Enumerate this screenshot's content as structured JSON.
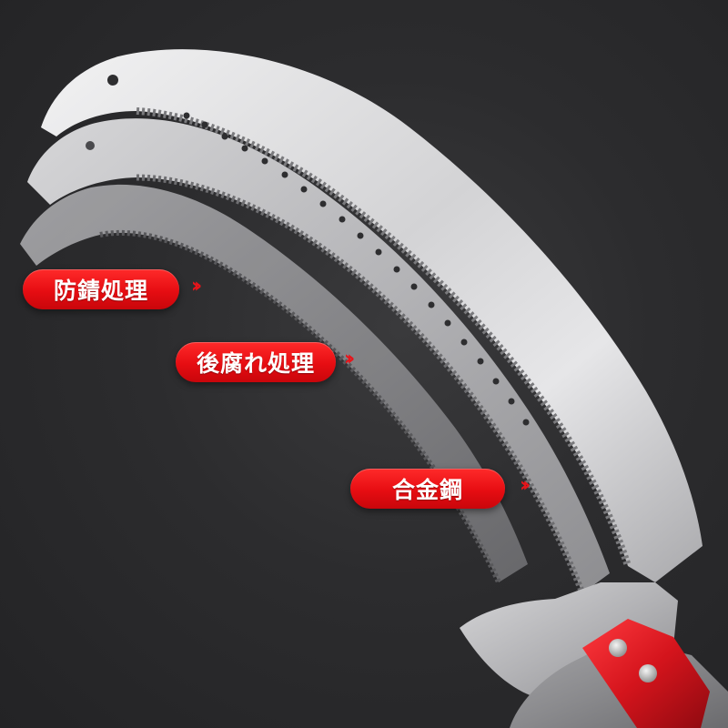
{
  "labels": [
    {
      "text": "防錆処理"
    },
    {
      "text": "後腐れ処理"
    },
    {
      "text": "合金鋼"
    }
  ],
  "colors": {
    "background": "#2b2b2d",
    "label_red": "#e60d12",
    "blade_steel": "#d9d9db",
    "handle_red": "#d4141c"
  },
  "icons": [
    "double-chevron-right-icon"
  ]
}
